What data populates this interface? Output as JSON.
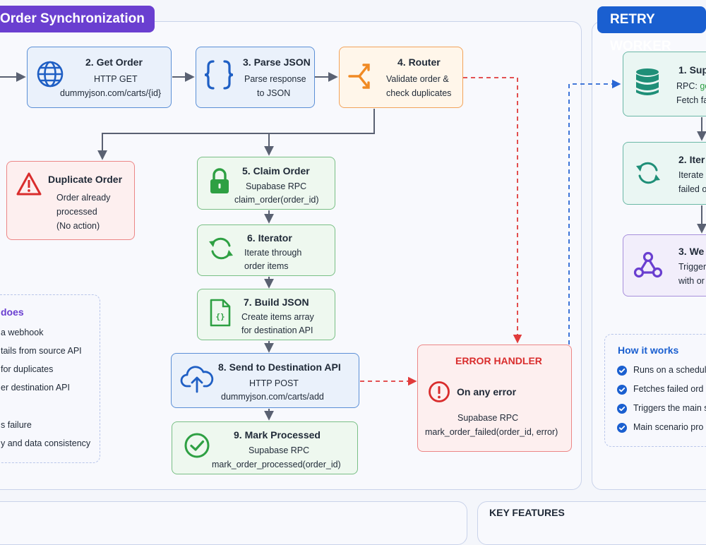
{
  "main_badge": "Order Synchronization",
  "retry_badge": "RETRY WORKER",
  "nodes": {
    "get_order": {
      "title": "2. Get Order",
      "l1": "HTTP GET",
      "l2": "dummyjson.com/carts/{id}"
    },
    "parse_json": {
      "title": "3. Parse JSON",
      "l1": "Parse response",
      "l2": "to JSON"
    },
    "router": {
      "title": "4. Router",
      "l1": "Validate order &",
      "l2": "check duplicates"
    },
    "duplicate": {
      "title": "Duplicate Order",
      "l1": "Order already",
      "l2": "processed",
      "l3": "(No action)"
    },
    "claim": {
      "title": "5. Claim Order",
      "l1": "Supabase RPC",
      "l2": "claim_order(order_id)"
    },
    "iterator": {
      "title": "6. Iterator",
      "l1": "Iterate through",
      "l2": "order items"
    },
    "build_json": {
      "title": "7. Build JSON",
      "l1": "Create items array",
      "l2": "for destination API"
    },
    "send": {
      "title": "8. Send to Destination API",
      "l1": "HTTP POST",
      "l2": "dummyjson.com/carts/add"
    },
    "mark": {
      "title": "9. Mark Processed",
      "l1": "Supabase RPC",
      "l2": "mark_order_processed(order_id)"
    },
    "error": {
      "title": "ERROR HANDLER",
      "sub": "On any error",
      "l1": "Supabase RPC",
      "l2": "mark_order_failed(order_id, error)"
    },
    "r1": {
      "title": "1. Sup",
      "l1a": "RPC: ",
      "l1b": "ge",
      "l2": "Fetch fa"
    },
    "r2": {
      "title": "2. Iter",
      "l1": "Iterate",
      "l2": "failed o"
    },
    "r3": {
      "title": "3. We",
      "l1": "Trigger",
      "l2": "with or"
    }
  },
  "what_it_does": {
    "title": "does",
    "items": [
      "a webhook",
      "tails from source API",
      "for duplicates",
      "er destination API",
      "s failure",
      "y and data consistency"
    ]
  },
  "how_it_works": {
    "title": "How it works",
    "items": [
      "Runs on a schedul",
      "Fetches failed ord",
      "Triggers the main s",
      "Main scenario pro"
    ]
  },
  "key_features": {
    "title": "KEY FEATURES"
  },
  "colors": {
    "purple": "#6a3fd0",
    "blue": "#1a5fd0",
    "red": "#d92d2d",
    "green": "#2ea043",
    "orange": "#f08a24"
  }
}
